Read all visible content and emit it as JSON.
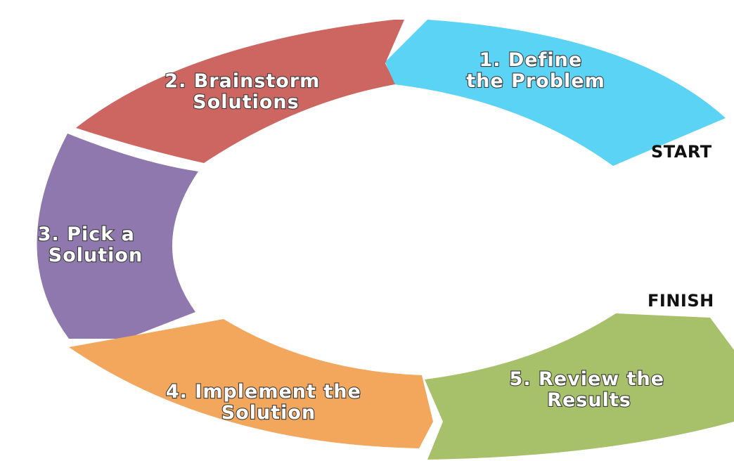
{
  "cycle": {
    "steps": [
      {
        "label_lines": [
          "1. Define",
          "the Problem"
        ],
        "color": "#5ad3f4"
      },
      {
        "label_lines": [
          "2. Brainstorm",
          "Solutions"
        ],
        "color": "#cd6661"
      },
      {
        "label_lines": [
          "3. Pick a",
          "Solution"
        ],
        "color": "#8e78ae"
      },
      {
        "label_lines": [
          "4. Implement the",
          "Solution"
        ],
        "color": "#f2a75d"
      },
      {
        "label_lines": [
          "5. Review the",
          "Results"
        ],
        "color": "#a6c16a"
      }
    ],
    "start_label": "START",
    "finish_label": "FINISH"
  }
}
